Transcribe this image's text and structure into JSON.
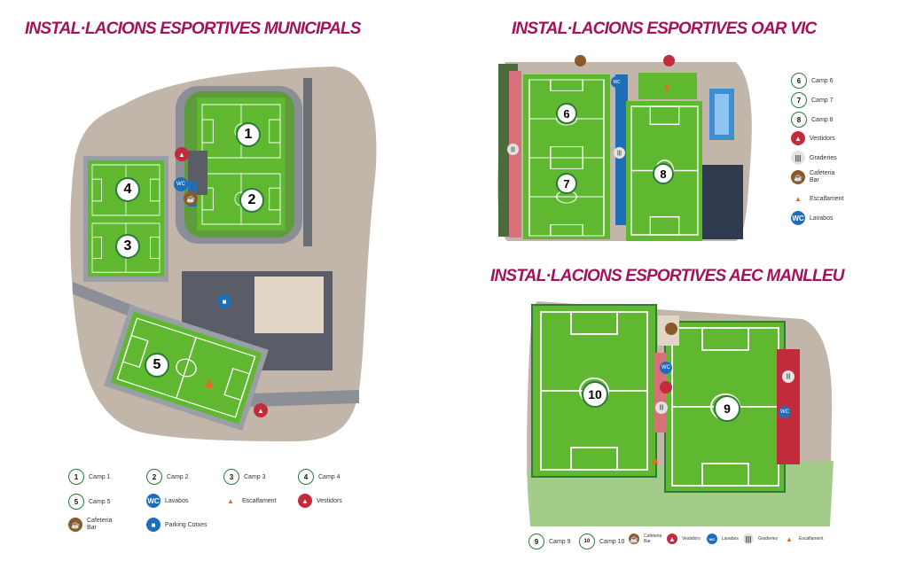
{
  "titles": {
    "municipals": "INSTAL·LACIONS ESPORTIVES MUNICIPALS",
    "oar": "INSTAL·LACIONS ESPORTIVES OAR VIC",
    "aec": "INSTAL·LACIONS ESPORTIVES AEC MANLLEU"
  },
  "fields": {
    "f1": "1",
    "f2": "2",
    "f3": "3",
    "f4": "4",
    "f5": "5",
    "f6": "6",
    "f7": "7",
    "f8": "8",
    "f9": "9",
    "f10": "10"
  },
  "badges": {
    "wc": "WC"
  },
  "legend_municipals": {
    "camp1": "Camp 1",
    "camp2": "Camp 2",
    "camp3": "Camp 3",
    "camp4": "Camp 4",
    "camp5": "Camp 5",
    "lavabos": "Lavabos",
    "escalfament": "Escalfament",
    "vestidors": "Vestidors",
    "cafeteria_1": "Cafeteria",
    "cafeteria_2": "Bar",
    "parking": "Parking Cotxes"
  },
  "legend_oar": {
    "camp6": "Camp 6",
    "camp7": "Camp 7",
    "camp8": "Camp 8",
    "vestidors": "Vestidors",
    "graderies": "Graderies",
    "cafeteria_1": "Cafeteria",
    "cafeteria_2": "Bar",
    "escalfament": "Escalfament",
    "lavabos": "Lavabos"
  },
  "legend_aec": {
    "camp9": "Camp 9",
    "camp10": "Camp 10",
    "cafeteria_1": "Cafeteria",
    "cafeteria_2": "Bar",
    "vestidors": "Vestidors",
    "lavabos": "Lavabos",
    "graderies": "Graderies",
    "escalfament": "Escalfament"
  },
  "colors": {
    "title": "#a3135c",
    "grass": "#5fb830",
    "ground": "#c2b5aa",
    "asphalt": "#5a5d67",
    "track": "#8b8e96",
    "vestidors": "#c32a3c",
    "wc": "#1e6fb8",
    "cafeteria": "#8a5a2b",
    "escalfament": "#e56a1b"
  }
}
